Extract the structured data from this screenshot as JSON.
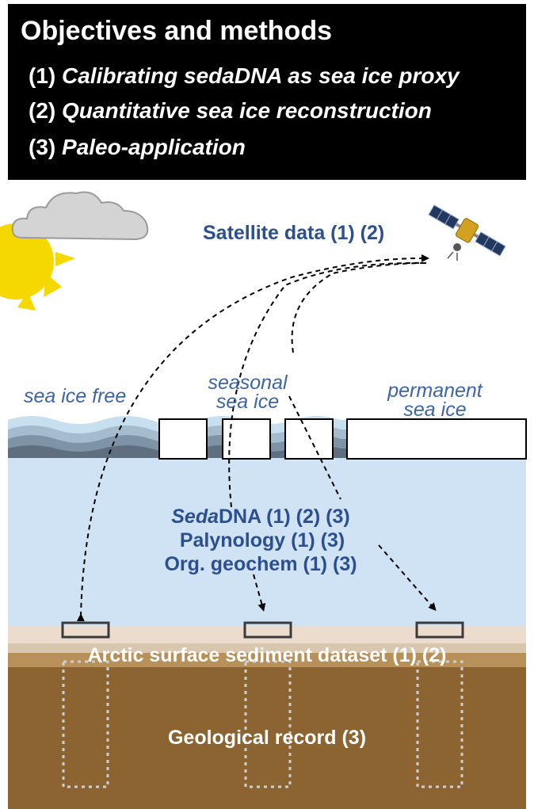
{
  "header": {
    "title": "Objectives and methods",
    "objectives": [
      {
        "num": "(1)",
        "text": "Calibrating sedaDNA as sea ice proxy"
      },
      {
        "num": "(2)",
        "text": "Quantitative sea ice reconstruction"
      },
      {
        "num": "(3)",
        "text": "Paleo-application"
      }
    ]
  },
  "sky": {
    "satellite_label": "Satellite data (1) (2)",
    "icons": [
      "cloud-icon",
      "sun-icon",
      "satellite-icon"
    ]
  },
  "zones": {
    "free": "sea ice free",
    "seasonal_line1": "seasonal",
    "seasonal_line2": "sea ice",
    "permanent_line1": "permanent",
    "permanent_line2": "sea ice"
  },
  "proxies": {
    "sedadna_italic": "Seda",
    "sedadna_rest": "DNA (1) (2) (3)",
    "palynology": "Palynology (1) (3)",
    "geochem": "Org. geochem (1) (3)"
  },
  "sediment": {
    "surface_label": "Arctic surface sediment dataset (1) (2)",
    "record_label": "Geological record (3)"
  },
  "colors": {
    "header_bg": "#000000",
    "label_blue": "#2c4f8f",
    "water": "#cfe3f5",
    "sediment_top": "#ecdccd",
    "sediment_mid": "#b8915a",
    "sediment_deep": "#8b6431"
  }
}
